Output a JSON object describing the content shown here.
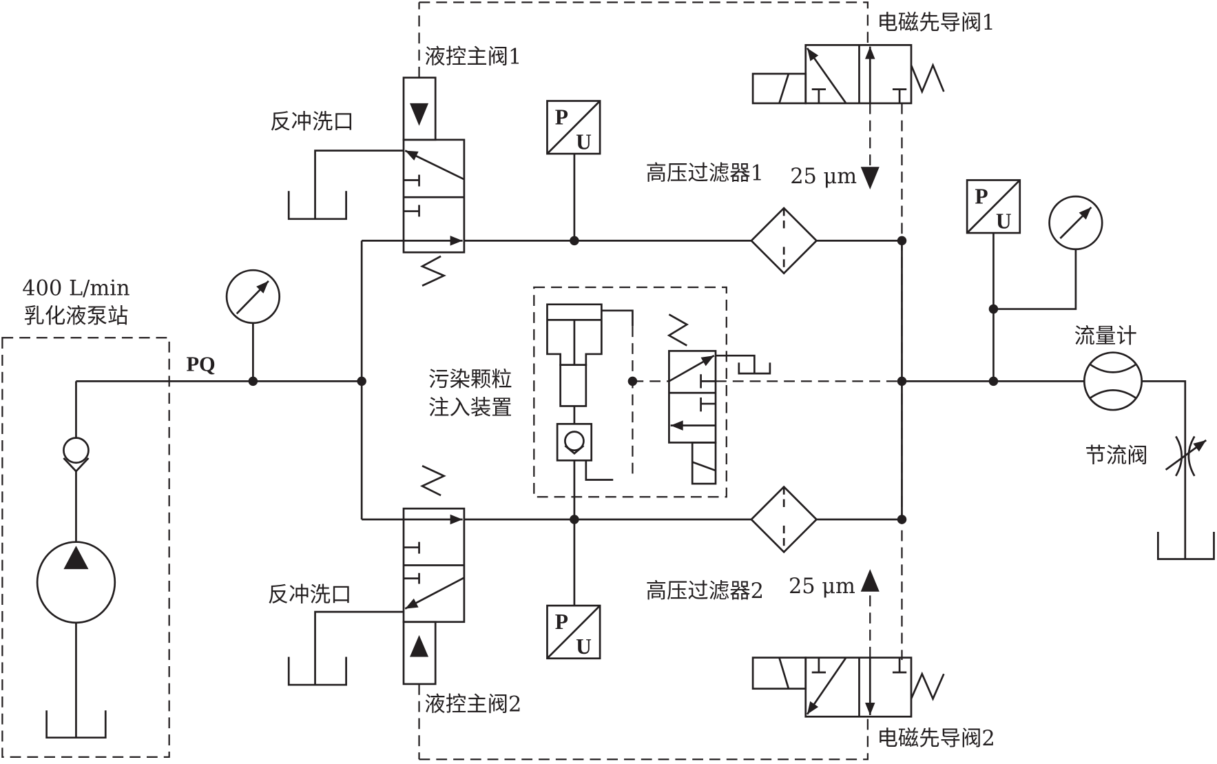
{
  "diagram": {
    "type": "hydraulic-schematic",
    "labels": {
      "pump_flow": "400 L/min",
      "pump_station": "乳化液泵站",
      "pq": "PQ",
      "main_valve_1": "液控主阀1",
      "main_valve_2": "液控主阀2",
      "backflush_port_1": "反冲洗口",
      "backflush_port_2": "反冲洗口",
      "pilot_valve_1": "电磁先导阀1",
      "pilot_valve_2": "电磁先导阀2",
      "filter_1": "高压过滤器1",
      "filter_2": "高压过滤器2",
      "filter_1_rating": "25 μm",
      "filter_2_rating": "25 μm",
      "injector_line1": "污染颗粒",
      "injector_line2": "注入装置",
      "flowmeter": "流量计",
      "throttle": "节流阀",
      "transducer_p": "P",
      "transducer_u": "U"
    },
    "components": [
      {
        "id": "pump",
        "icon": "hydraulic-pump-icon"
      },
      {
        "id": "check-valve",
        "icon": "check-valve-icon"
      },
      {
        "id": "pressure-gauge-inlet",
        "icon": "pressure-gauge-icon"
      },
      {
        "id": "main-valve-1",
        "icon": "directional-valve-icon"
      },
      {
        "id": "main-valve-2",
        "icon": "directional-valve-icon"
      },
      {
        "id": "pilot-valve-1",
        "icon": "solenoid-valve-icon"
      },
      {
        "id": "pilot-valve-2",
        "icon": "solenoid-valve-icon"
      },
      {
        "id": "filter-1",
        "icon": "filter-icon"
      },
      {
        "id": "filter-2",
        "icon": "filter-icon"
      },
      {
        "id": "transducer-1",
        "icon": "pressure-transducer-icon"
      },
      {
        "id": "transducer-2",
        "icon": "pressure-transducer-icon"
      },
      {
        "id": "transducer-3",
        "icon": "pressure-transducer-icon"
      },
      {
        "id": "pressure-gauge-outlet",
        "icon": "pressure-gauge-icon"
      },
      {
        "id": "flowmeter",
        "icon": "flowmeter-icon"
      },
      {
        "id": "throttle-valve",
        "icon": "throttle-valve-icon"
      },
      {
        "id": "contaminant-injector",
        "icon": "injector-icon"
      }
    ]
  }
}
